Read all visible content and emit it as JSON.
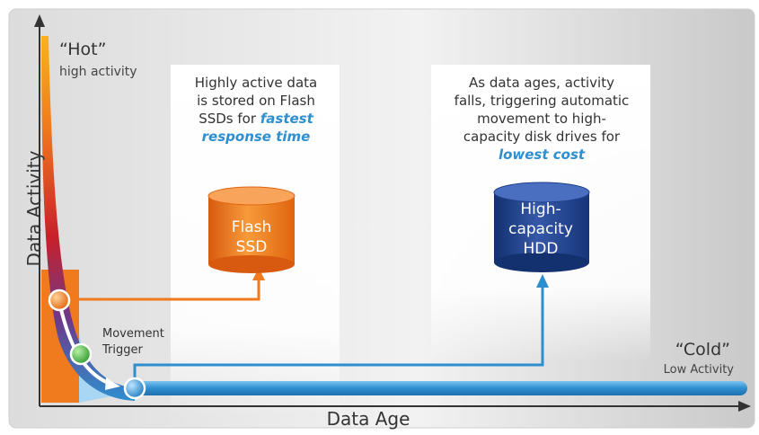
{
  "hot": {
    "title": "“Hot”",
    "subtitle": "high activity"
  },
  "cold": {
    "title": "“Cold”",
    "subtitle": "Low Activity"
  },
  "movement": {
    "line1": "Movement",
    "line2": "Trigger"
  },
  "axes": {
    "y_title": "Data Activity",
    "x_title": "Data Age"
  },
  "flash_callout": {
    "line1": "Highly active data",
    "line2": "is stored on Flash",
    "line3_plain": "SSDs for ",
    "line3_emph": "fastest",
    "line4_emph": "response time"
  },
  "hdd_callout": {
    "line1": "As data ages, activity",
    "line2": "falls, triggering automatic",
    "line3": "movement to high-",
    "line4": "capacity disk drives for",
    "line5_emph": "lowest cost"
  },
  "flash_cylinder": {
    "line1": "Flash",
    "line2": "SSD"
  },
  "hdd_cylinder": {
    "line1": "High-",
    "line2": "capacity",
    "line3": "HDD"
  },
  "colors": {
    "orange": "#f07a1e",
    "blue": "#2e8fd0",
    "navy": "#1f3f8a",
    "green": "#3aa63a",
    "emphasis": "#2e8fd0"
  }
}
